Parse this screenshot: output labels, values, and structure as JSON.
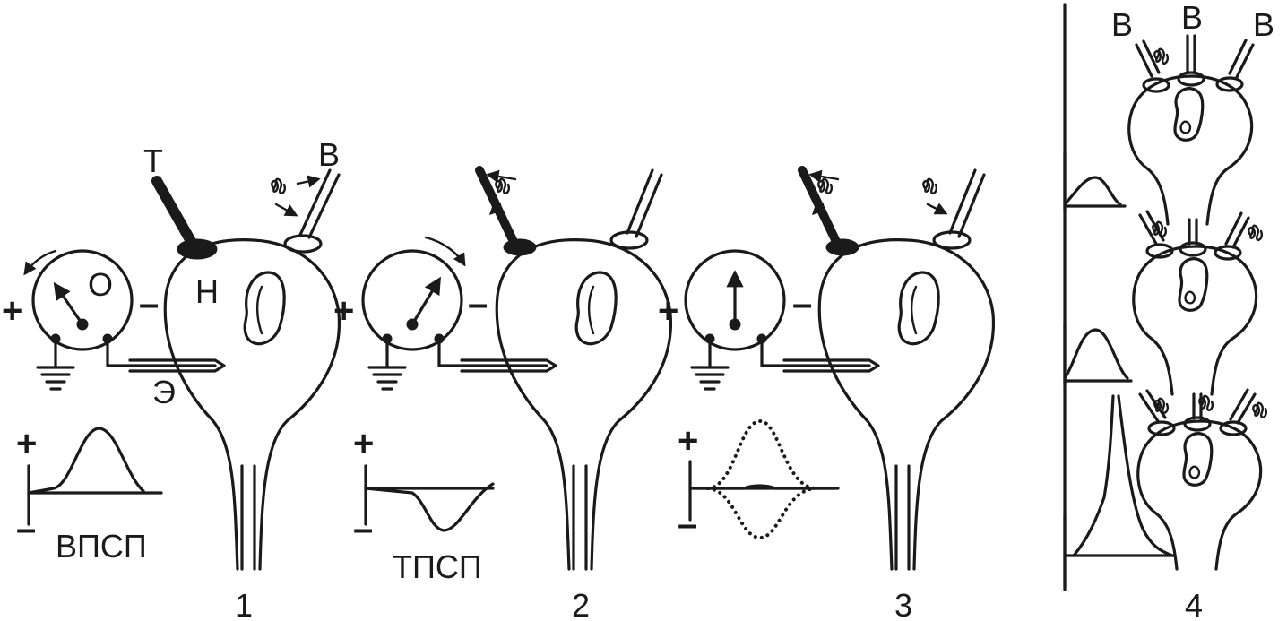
{
  "panels": [
    {
      "number": "1",
      "electrode_labels": {
        "inhibitory": "Т",
        "excitatory": "В",
        "neuron": "Н",
        "microelectrode": "Э",
        "oscilloscope": "О"
      },
      "signs": {
        "plus": "+",
        "minus": "–"
      },
      "graph": {
        "plus": "+",
        "minus": "–",
        "label": "ВПСП"
      }
    },
    {
      "number": "2",
      "signs": {
        "plus": "+",
        "minus": "–"
      },
      "graph": {
        "plus": "+",
        "minus": "–",
        "label": "ТПСП"
      }
    },
    {
      "number": "3",
      "signs": {
        "plus": "+",
        "minus": "–"
      },
      "graph": {
        "plus": "+",
        "minus": "–"
      }
    },
    {
      "number": "4",
      "top_labels": [
        "В",
        "В",
        "В"
      ]
    }
  ],
  "colors": {
    "ink": "#1a1a1a",
    "background": "#ffffff"
  }
}
